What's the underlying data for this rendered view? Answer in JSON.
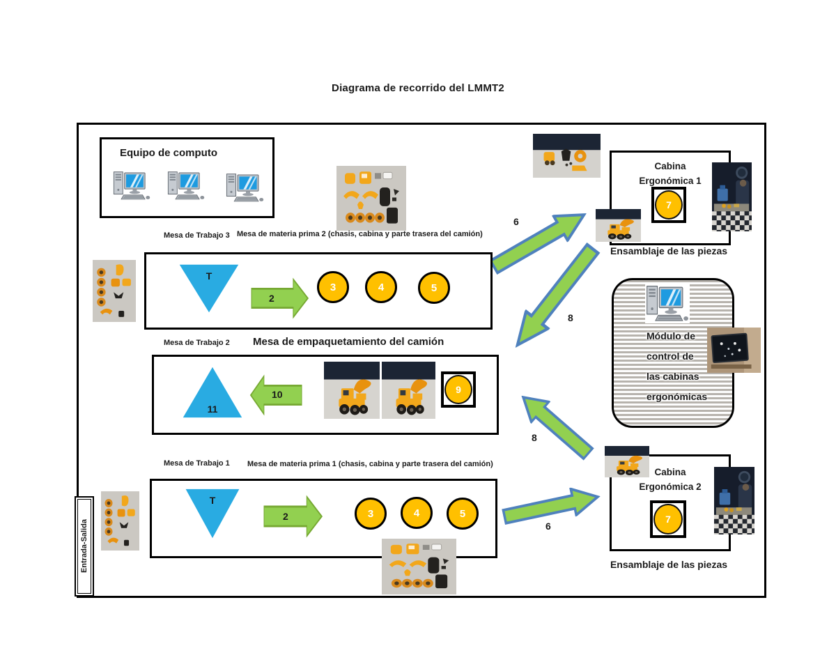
{
  "title": "Diagrama de recorrido del LMMT2",
  "equipo": {
    "label": "Equipo de computo"
  },
  "mesa3": {
    "label": "Mesa de Trabajo 3",
    "sublabel": "Mesa de materia prima 2 (chasis, cabina y parte trasera del camión)",
    "triangle": "T",
    "arrow": "2",
    "circles": [
      "3",
      "4",
      "5"
    ]
  },
  "mesa2": {
    "label": "Mesa de Trabajo 2",
    "sublabel": "Mesa de empaquetamiento del camión",
    "triangle": "11",
    "arrow": "10",
    "inspection": "9"
  },
  "mesa1": {
    "label": "Mesa de Trabajo 1",
    "sublabel": "Mesa de materia prima 1 (chasis, cabina y parte trasera del camión)",
    "triangle": "T",
    "arrow": "2",
    "circles": [
      "3",
      "4",
      "5"
    ]
  },
  "cabina1": {
    "line1": "Cabina",
    "line2": "Ergonómica 1",
    "symbol": "7",
    "caption": "Ensamblaje de las piezas"
  },
  "cabina2": {
    "line1": "Cabina",
    "line2": "Ergonómica 2",
    "symbol": "7",
    "caption": "Ensamblaje de las piezas"
  },
  "modulo": {
    "lines": [
      "Módulo de",
      "control de",
      "las cabinas",
      "ergonómicas"
    ]
  },
  "flows": {
    "to_cab1": "6",
    "from_cab1": "8",
    "from_cab2": "8",
    "to_cab2": "6"
  },
  "entrada": {
    "label": "Entrada-Salida"
  },
  "colors": {
    "triangle_blue": "#29ABE2",
    "arrow_green": "#92D050",
    "arrow_outline_blue": "#4F81BD",
    "circle_orange": "#FFC000"
  }
}
